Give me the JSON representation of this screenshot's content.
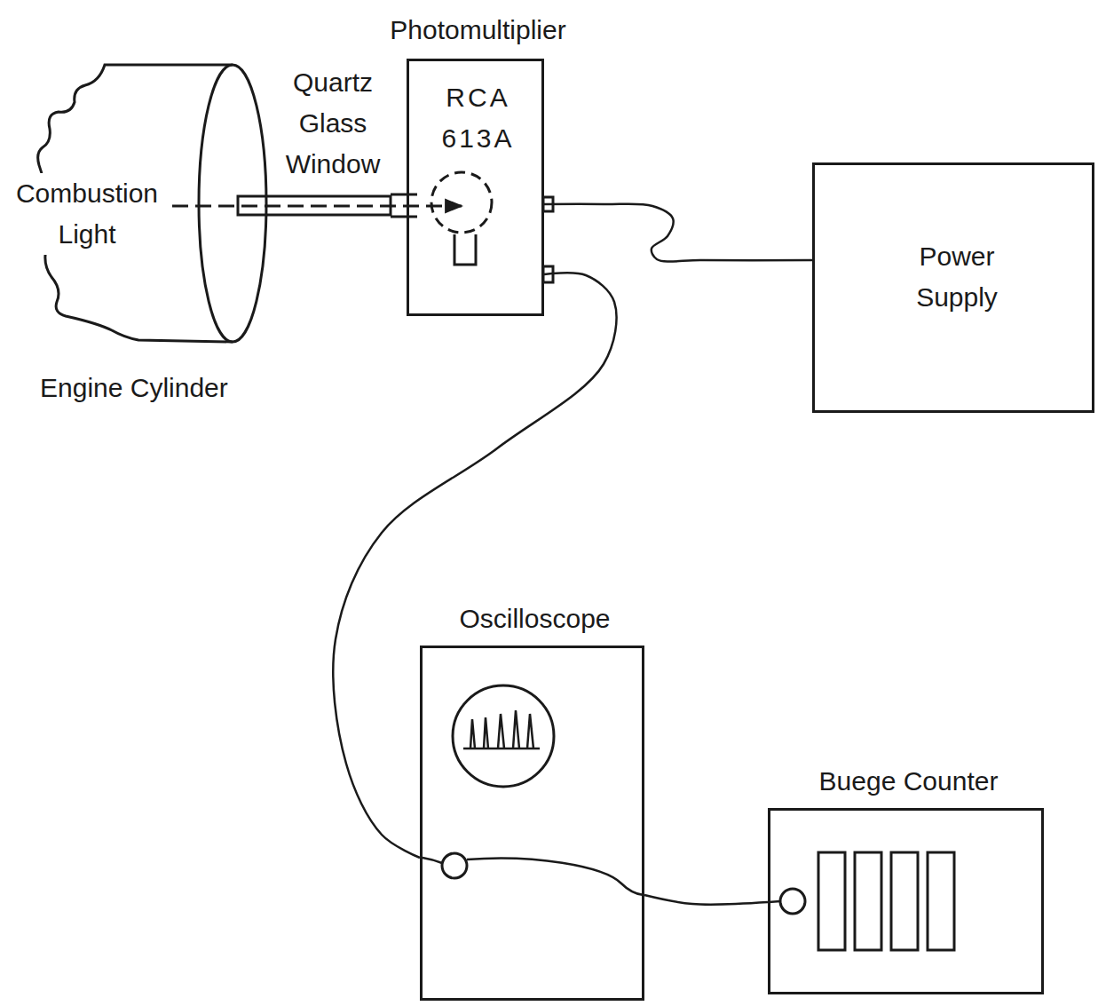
{
  "diagram": {
    "nodes": [
      {
        "text": [
          "Combustion Light",
          "Engine Cylinder"
        ]
      },
      {
        "text": [
          "Photomultiplier",
          "RCA 613A"
        ]
      },
      {
        "text": [
          "Power Supply"
        ]
      },
      {
        "text": [
          "Oscilloscope"
        ]
      },
      {
        "text": [
          "Buege Counter"
        ]
      }
    ],
    "edges": [
      {
        "from": 1,
        "to": 2,
        "arrow": "none"
      },
      {
        "from": 1,
        "to": 3,
        "arrow": "none"
      },
      {
        "from": 3,
        "to": 4,
        "arrow": "none"
      }
    ],
    "labels": [
      "Quartz Glass Window"
    ]
  }
}
